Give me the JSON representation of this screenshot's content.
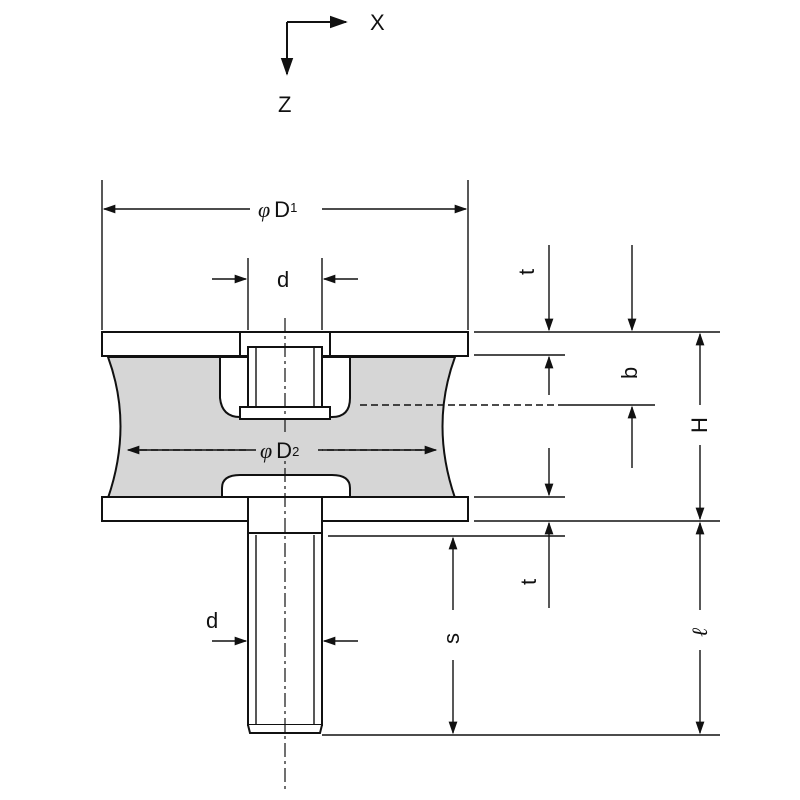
{
  "axes": {
    "x_label": "X",
    "z_label": "Z"
  },
  "dimensions": {
    "D1": {
      "prefix": "φ",
      "letter": "D",
      "sub": "1"
    },
    "D2": {
      "prefix": "φ",
      "letter": "D",
      "sub": "2"
    },
    "d_top": "d",
    "d_bottom": "d",
    "t_top": "t",
    "t_bottom": "t",
    "b": "b",
    "H": "H",
    "s": "s",
    "l": "ℓ"
  }
}
